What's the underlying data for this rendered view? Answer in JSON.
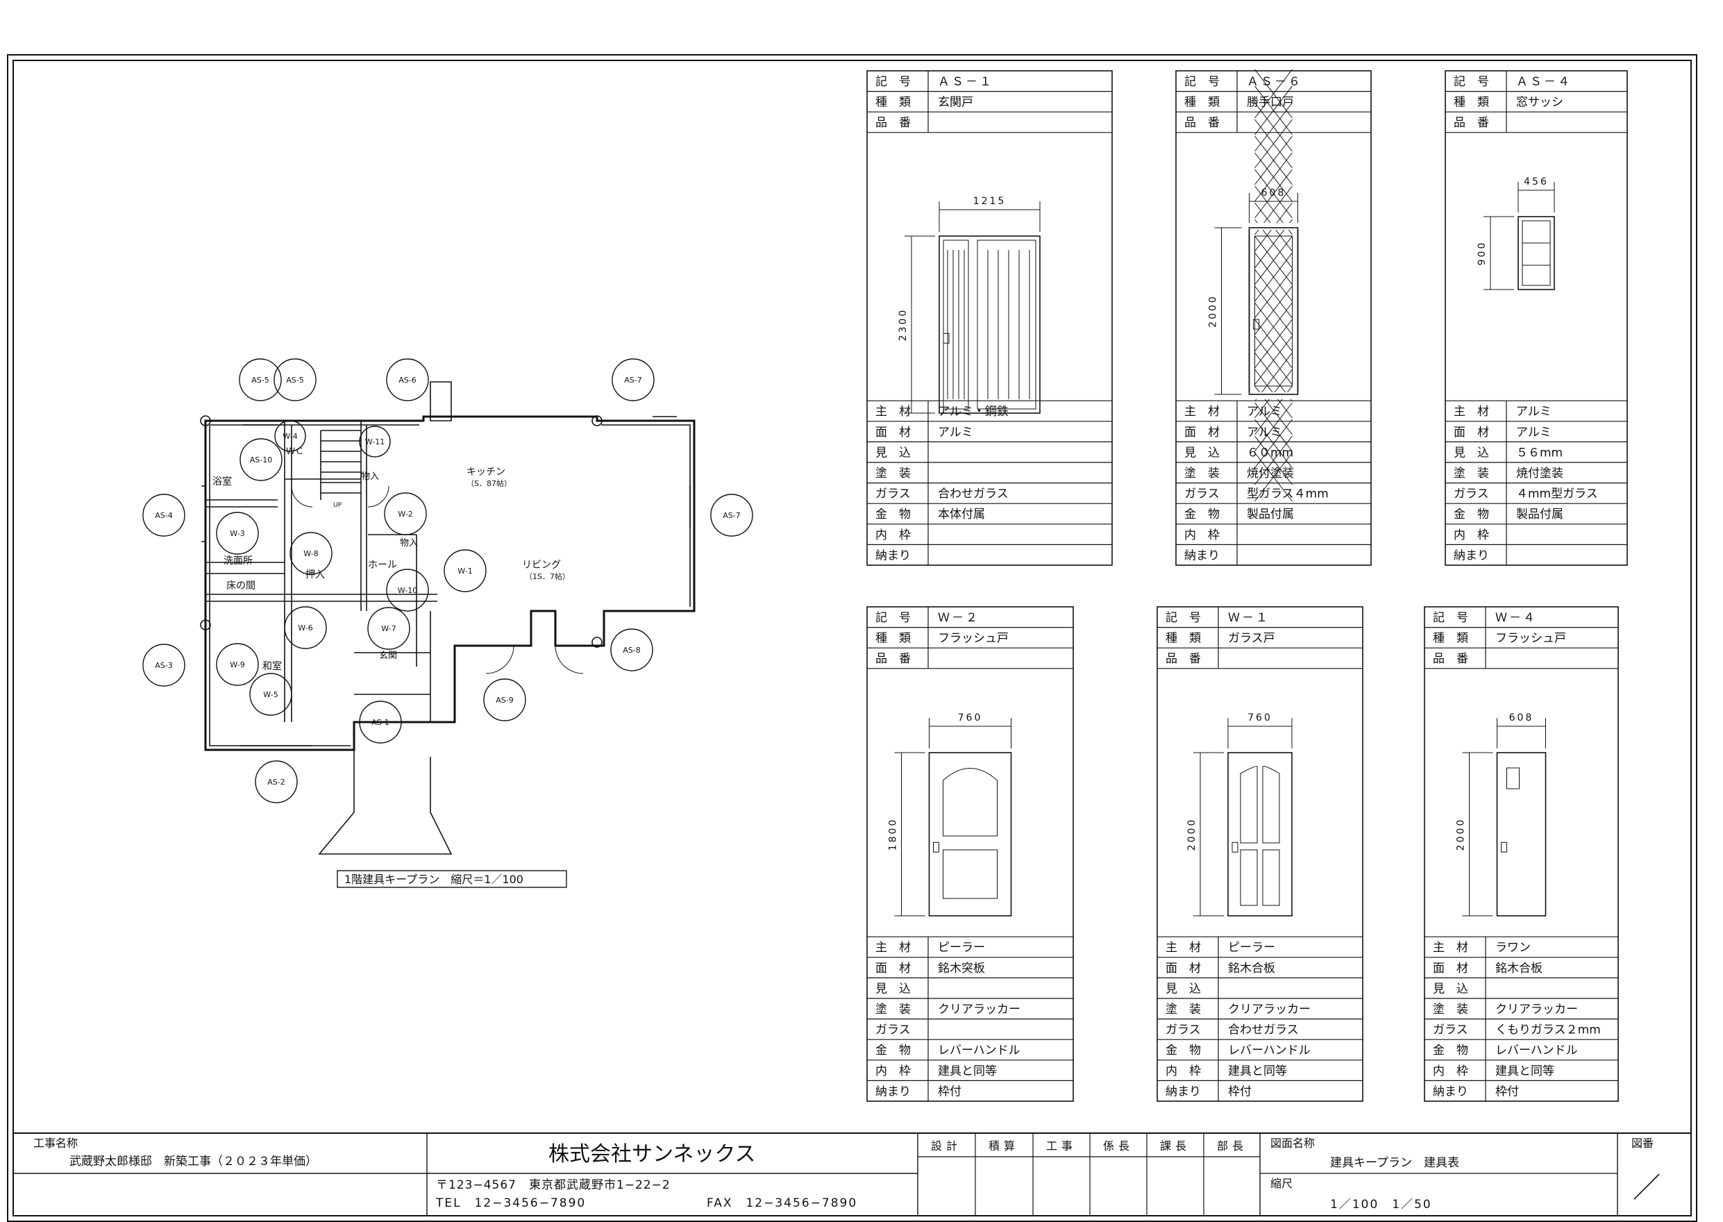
{
  "plan": {
    "caption": "1階建具キープラン　縮尺＝1／100",
    "rooms": {
      "kitchen": "キッチン",
      "kitchen_size": "（S．87帖）",
      "living": "リビング",
      "living_size": "（1S．7帖）",
      "bath": "浴室",
      "wc": "ＷＣ",
      "storage1": "物入",
      "storage2": "物入",
      "washroom": "洗面所",
      "tokonoma": "床の間",
      "closet": "押入",
      "hall": "ホール",
      "washitsu": "和室",
      "entrance": "玄関",
      "up": "UP"
    },
    "bubbles": [
      "AS-5",
      "AS-5",
      "AS-6",
      "AS-7",
      "AS-10",
      "W-4",
      "W-11",
      "AS-4",
      "W-2",
      "AS-7",
      "W-3",
      "W-8",
      "W-1",
      "W-10",
      "AS-3",
      "W-6",
      "W-7",
      "W-9",
      "W-5",
      "AS-8",
      "AS-9",
      "AS-1",
      "AS-2"
    ]
  },
  "tables": [
    {
      "code": "ＡＳ－１",
      "type": "玄関戸",
      "width": "1215",
      "height": "2300",
      "rows": [
        "アルミ・鋼鉄",
        "アルミ",
        "",
        "",
        "合わせガラス",
        "本体付属",
        "",
        ""
      ]
    },
    {
      "code": "ＡＳ－６",
      "type": "勝手口戸",
      "width": "608",
      "height": "2000",
      "rows": [
        "アルミ",
        "アルミ",
        "６０mm",
        "焼付塗装",
        "型ガラス４mm",
        "製品付属",
        "",
        ""
      ]
    },
    {
      "code": "ＡＳ－４",
      "type": "窓サッシ",
      "width": "456",
      "height": "900",
      "rows": [
        "アルミ",
        "アルミ",
        "５６mm",
        "焼付塗装",
        "４mm型ガラス",
        "製品付属",
        "",
        ""
      ]
    },
    {
      "code": "Ｗ－２",
      "type": "フラッシュ戸",
      "width": "760",
      "height": "1800",
      "rows": [
        "ピーラー",
        "銘木突板",
        "",
        "クリアラッカー",
        "",
        "レバーハンドル",
        "建具と同等",
        "枠付"
      ]
    },
    {
      "code": "Ｗ－１",
      "type": "ガラス戸",
      "width": "760",
      "height": "2000",
      "rows": [
        "ピーラー",
        "銘木合板",
        "",
        "クリアラッカー",
        "合わせガラス",
        "レバーハンドル",
        "建具と同等",
        "枠付"
      ]
    },
    {
      "code": "Ｗ－４",
      "type": "フラッシュ戸",
      "width": "608",
      "height": "2000",
      "rows": [
        "ラワン",
        "銘木合板",
        "",
        "クリアラッカー",
        "くもりガラス２mm",
        "レバーハンドル",
        "建具と同等",
        "枠付"
      ]
    }
  ],
  "labels": {
    "head": [
      "記　号",
      "種　類",
      "品　番"
    ],
    "foot": [
      "主　材",
      "面　材",
      "見　込",
      "塗　装",
      "ガラス",
      "金　物",
      "内　枠",
      "納まり"
    ]
  },
  "title_block": {
    "project_label": "工事名称",
    "project_name": "武蔵野太郎様邸　新築工事（２０２３年単価）",
    "company": "株式会社サンネックス",
    "address": "〒123−4567　東京都武蔵野市1−22−2",
    "tel": "TEL　12−3456−7890",
    "fax": "FAX　12−3456−7890",
    "approvals": [
      "設計",
      "積算",
      "工事",
      "係長",
      "課長",
      "部長"
    ],
    "drawing_label": "図面名称",
    "drawing_name": "建具キープラン　建具表",
    "scale_label": "縮尺",
    "scale": "1／100　1／50",
    "sheet_label": "図番",
    "sheet_no": "／"
  }
}
